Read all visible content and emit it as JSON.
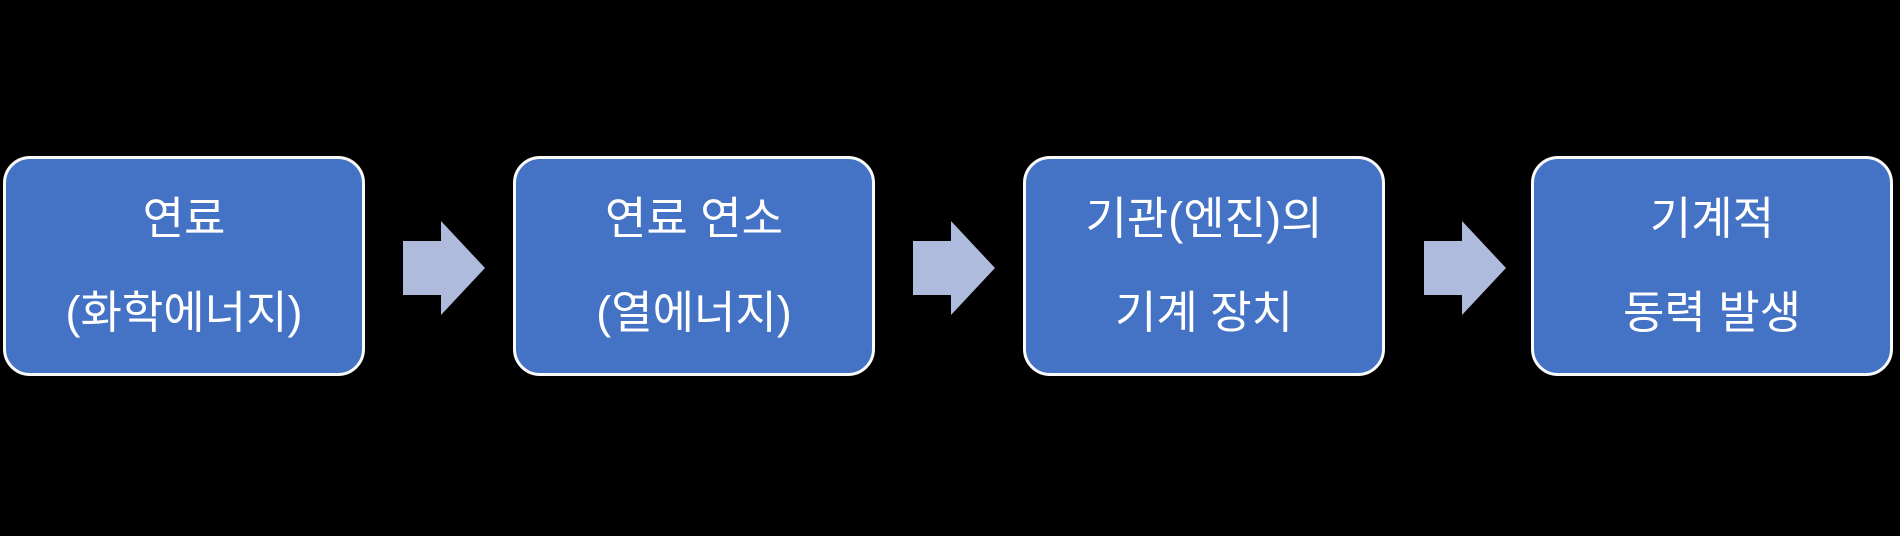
{
  "diagram": {
    "type": "process-flow",
    "direction": "left-to-right",
    "steps": [
      {
        "line1": "연료",
        "line2": "(화학에너지)"
      },
      {
        "line1": "연료 연소",
        "line2": "(열에너지)"
      },
      {
        "line1": "기관(엔진)의",
        "line2": "기계 장치"
      },
      {
        "line1": "기계적",
        "line2": "동력 발생"
      }
    ],
    "connector": "right-block-arrow",
    "colors": {
      "background": "#000000",
      "box_fill": "#4472C4",
      "box_border": "#FBFBFB",
      "arrow_fill": "#AFBBDD",
      "text": "#FFFFFF"
    }
  }
}
